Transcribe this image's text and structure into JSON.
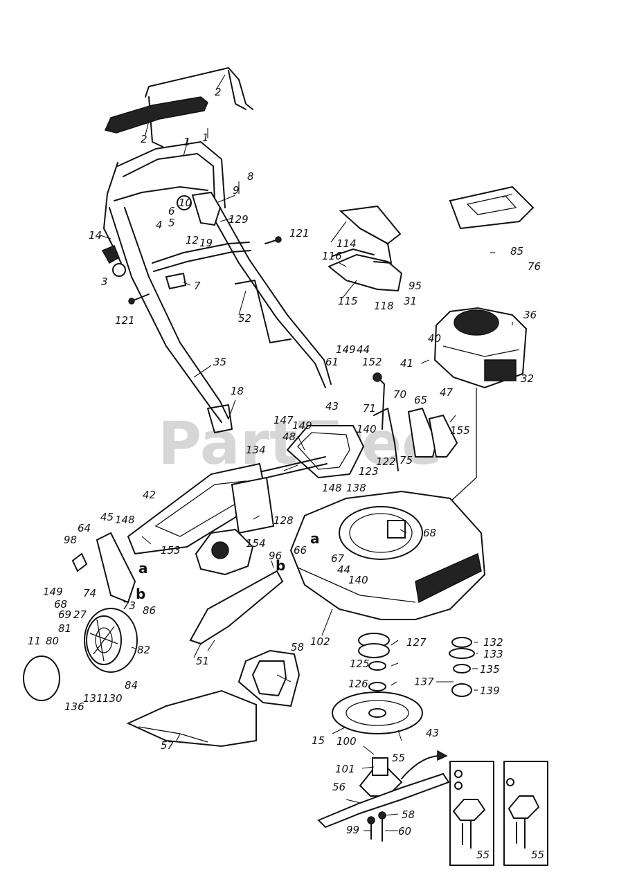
{
  "watermark": "PartTree",
  "callouts": {
    "c1": "1",
    "c2a": "2",
    "c2b": "2",
    "c3": "3",
    "c4": "4",
    "c5": "5",
    "c6": "6",
    "c7": "7",
    "c8": "8",
    "c9": "9",
    "c10": "10",
    "c11": "11",
    "c12": "12",
    "c14": "14",
    "c15": "15",
    "c18": "18",
    "c19": "19",
    "c27": "27",
    "c31": "31",
    "c32": "32",
    "c35": "35",
    "c36": "36",
    "c40": "40",
    "c41": "41",
    "c42": "42",
    "c43a": "43",
    "c43b": "43",
    "c44a": "44",
    "c44b": "44",
    "c45": "45",
    "c47": "47",
    "c48": "48",
    "c51": "51",
    "c52": "52",
    "c55a": "55",
    "c55b": "55",
    "c55c": "55",
    "c56": "56",
    "c57": "57",
    "c58a": "58",
    "c58b": "58",
    "c60": "60",
    "c61": "61",
    "c64": "64",
    "c65": "65",
    "c66": "66",
    "c67": "67",
    "c68a": "68",
    "c68b": "68",
    "c69": "69",
    "c70": "70",
    "c71": "71",
    "c73": "73",
    "c74": "74",
    "c75": "75",
    "c76": "76",
    "c80": "80",
    "c81": "81",
    "c82": "82",
    "c84": "84",
    "c85": "85",
    "c86": "86",
    "c95": "95",
    "c96": "96",
    "c98": "98",
    "c99": "99",
    "c100": "100",
    "c101": "101",
    "c102": "102",
    "c114": "114",
    "c115": "115",
    "c116": "116",
    "c118": "118",
    "c121a": "121",
    "c121b": "121",
    "c122": "122",
    "c123": "123",
    "c125": "125",
    "c126": "126",
    "c127": "127",
    "c128": "128",
    "c129": "129",
    "c130": "130",
    "c131": "131",
    "c132": "132",
    "c133": "133",
    "c134": "134",
    "c135": "135",
    "c136": "136",
    "c137": "137",
    "c138": "138",
    "c139": "139",
    "c140a": "140",
    "c140b": "140",
    "c147": "147",
    "c148a": "148",
    "c148b": "148",
    "c149a": "149",
    "c149b": "149",
    "c149c": "149",
    "c152": "152",
    "c153": "153",
    "c154": "154",
    "c155": "155",
    "ka1": "a",
    "ka2": "a",
    "kb1": "b",
    "kb2": "b"
  }
}
